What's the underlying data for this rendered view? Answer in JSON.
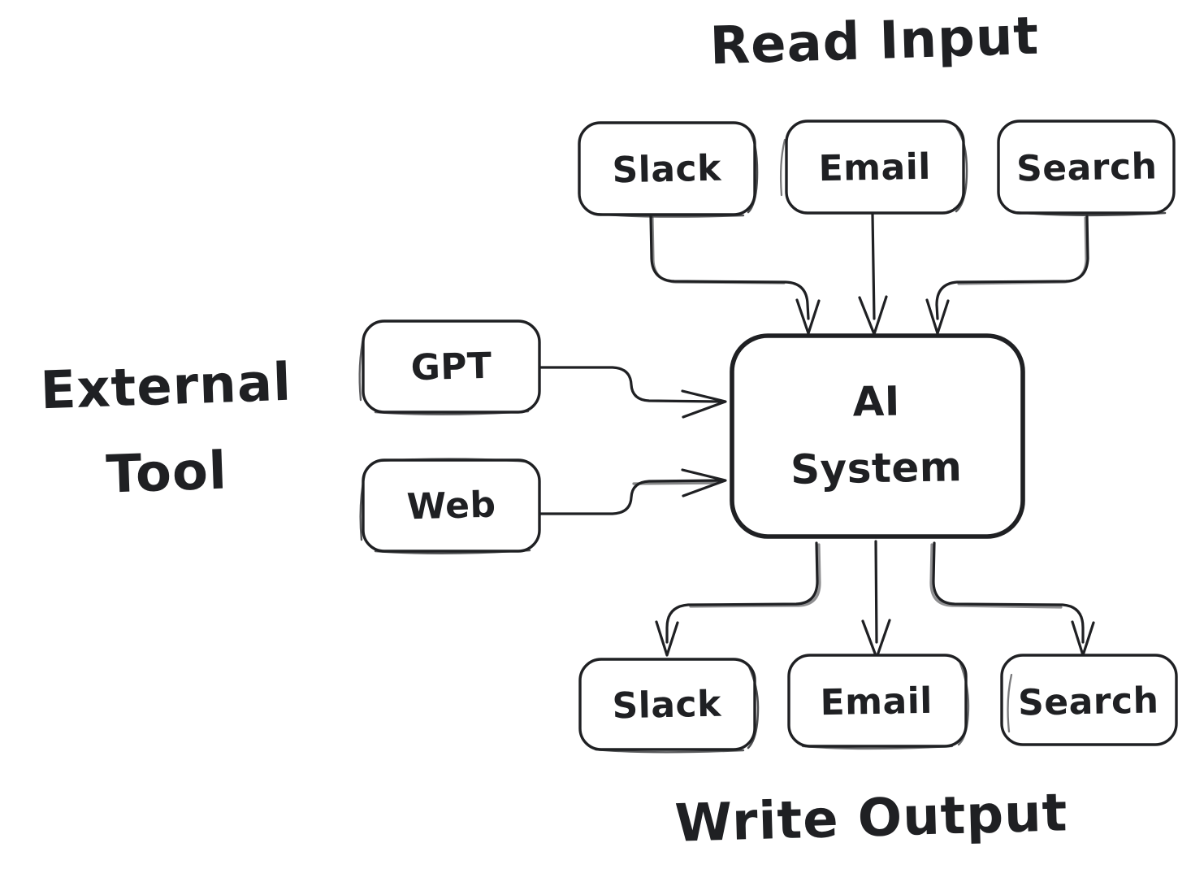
{
  "diagram": {
    "title": "AI System input/output and external tool flow",
    "background_color": "#ffffff",
    "stroke_color": "#1f2023",
    "sections": {
      "read_input": "Read Input",
      "external_tool_line1": "External",
      "external_tool_line2": "Tool",
      "write_output": "Write Output"
    },
    "core": {
      "label_line1": "AI",
      "label_line2": "System"
    },
    "inputs": [
      {
        "label": "Slack"
      },
      {
        "label": "Email"
      },
      {
        "label": "Search"
      }
    ],
    "tools": [
      {
        "label": "GPT"
      },
      {
        "label": "Web"
      }
    ],
    "outputs": [
      {
        "label": "Slack"
      },
      {
        "label": "Email"
      },
      {
        "label": "Search"
      }
    ],
    "edges": [
      {
        "from": "Slack",
        "to": "AI System",
        "direction": "down"
      },
      {
        "from": "Email",
        "to": "AI System",
        "direction": "down"
      },
      {
        "from": "Search",
        "to": "AI System",
        "direction": "down"
      },
      {
        "from": "GPT",
        "to": "AI System",
        "direction": "right"
      },
      {
        "from": "Web",
        "to": "AI System",
        "direction": "right"
      },
      {
        "from": "AI System",
        "to": "Slack",
        "direction": "down"
      },
      {
        "from": "AI System",
        "to": "Email",
        "direction": "down"
      },
      {
        "from": "AI System",
        "to": "Search",
        "direction": "down"
      }
    ]
  }
}
